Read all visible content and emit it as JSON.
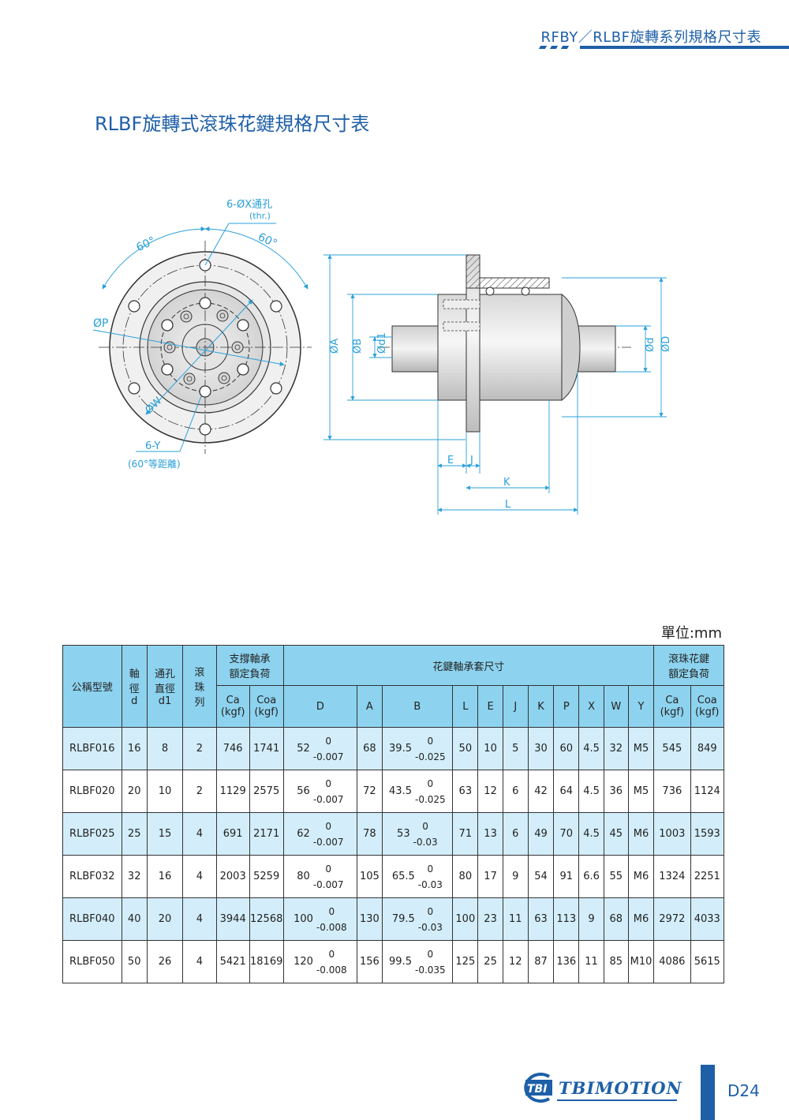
{
  "header": {
    "series_title": "RFBY／RLBF旋轉系列規格尺寸表"
  },
  "page_title": "RLBF旋轉式滾珠花鍵規格尺寸表",
  "drawing": {
    "holes_label": "6-ØX通孔",
    "holes_thr": "(thr.)",
    "angle_left": "60°",
    "angle_right": "60°",
    "p_label": "ØP",
    "w_label": "ØW",
    "y_label": "6-Y",
    "y_note": "(60°等距離)",
    "a_label": "ØA",
    "b_label": "ØB",
    "d1_label": "Ød1",
    "d_label": "Ød",
    "big_d_label": "ØD",
    "e_label": "E",
    "j_label": "J",
    "k_label": "K",
    "l_label": "L"
  },
  "unit_label": "單位:mm",
  "table": {
    "headers": {
      "model": "公稱型號",
      "shaft_dia": [
        "軸",
        "徑",
        "d"
      ],
      "hole_dia": [
        "通孔",
        "直徑",
        "d1"
      ],
      "rows_col": [
        "滾",
        "珠",
        "列"
      ],
      "support_load": [
        "支撐軸承",
        "額定負荷"
      ],
      "sleeve_dims": "花鍵軸承套尺寸",
      "ball_load": [
        "滾珠花鍵",
        "額定負荷"
      ],
      "ca": [
        "Ca",
        "(kgf)"
      ],
      "coa": [
        "Coa",
        "(kgf)"
      ],
      "dims": [
        "D",
        "A",
        "B",
        "L",
        "E",
        "J",
        "K",
        "P",
        "X",
        "W",
        "Y"
      ]
    },
    "rows": [
      {
        "model": "RLBF016",
        "d": "16",
        "d1": "8",
        "rows": "2",
        "ca": "746",
        "coa": "1741",
        "D": "52",
        "D_up": "0",
        "D_lo": "-0.007",
        "A": "68",
        "B": "39.5",
        "B_up": "0",
        "B_lo": "-0.025",
        "L": "50",
        "E": "10",
        "J": "5",
        "K": "30",
        "P": "60",
        "X": "4.5",
        "W": "32",
        "Y": "M5",
        "ca2": "545",
        "coa2": "849"
      },
      {
        "model": "RLBF020",
        "d": "20",
        "d1": "10",
        "rows": "2",
        "ca": "1129",
        "coa": "2575",
        "D": "56",
        "D_up": "0",
        "D_lo": "-0.007",
        "A": "72",
        "B": "43.5",
        "B_up": "0",
        "B_lo": "-0.025",
        "L": "63",
        "E": "12",
        "J": "6",
        "K": "42",
        "P": "64",
        "X": "4.5",
        "W": "36",
        "Y": "M5",
        "ca2": "736",
        "coa2": "1124"
      },
      {
        "model": "RLBF025",
        "d": "25",
        "d1": "15",
        "rows": "4",
        "ca": "691",
        "coa": "2171",
        "D": "62",
        "D_up": "0",
        "D_lo": "-0.007",
        "A": "78",
        "B": "53",
        "B_up": "0",
        "B_lo": "-0.03",
        "L": "71",
        "E": "13",
        "J": "6",
        "K": "49",
        "P": "70",
        "X": "4.5",
        "W": "45",
        "Y": "M6",
        "ca2": "1003",
        "coa2": "1593"
      },
      {
        "model": "RLBF032",
        "d": "32",
        "d1": "16",
        "rows": "4",
        "ca": "2003",
        "coa": "5259",
        "D": "80",
        "D_up": "0",
        "D_lo": "-0.007",
        "A": "105",
        "B": "65.5",
        "B_up": "0",
        "B_lo": "-0.03",
        "L": "80",
        "E": "17",
        "J": "9",
        "K": "54",
        "P": "91",
        "X": "6.6",
        "W": "55",
        "Y": "M6",
        "ca2": "1324",
        "coa2": "2251"
      },
      {
        "model": "RLBF040",
        "d": "40",
        "d1": "20",
        "rows": "4",
        "ca": "3944",
        "coa": "12568",
        "D": "100",
        "D_up": "0",
        "D_lo": "-0.008",
        "A": "130",
        "B": "79.5",
        "B_up": "0",
        "B_lo": "-0.03",
        "L": "100",
        "E": "23",
        "J": "11",
        "K": "63",
        "P": "113",
        "X": "9",
        "W": "68",
        "Y": "M6",
        "ca2": "2972",
        "coa2": "4033"
      },
      {
        "model": "RLBF050",
        "d": "50",
        "d1": "26",
        "rows": "4",
        "ca": "5421",
        "coa": "18169",
        "D": "120",
        "D_up": "0",
        "D_lo": "-0.008",
        "A": "156",
        "B": "99.5",
        "B_up": "0",
        "B_lo": "-0.035",
        "L": "125",
        "E": "25",
        "J": "12",
        "K": "87",
        "P": "136",
        "X": "11",
        "W": "85",
        "Y": "M10",
        "ca2": "4086",
        "coa2": "5615"
      }
    ]
  },
  "footer": {
    "logo_mark": "TBI",
    "brand": "TBIMOTION",
    "page": "D24"
  },
  "colors": {
    "accent": "#1e5fa8",
    "dim_line": "#2aa0d8",
    "header_fill": "#8dd3ef",
    "row_alt": "#d3eefa"
  }
}
